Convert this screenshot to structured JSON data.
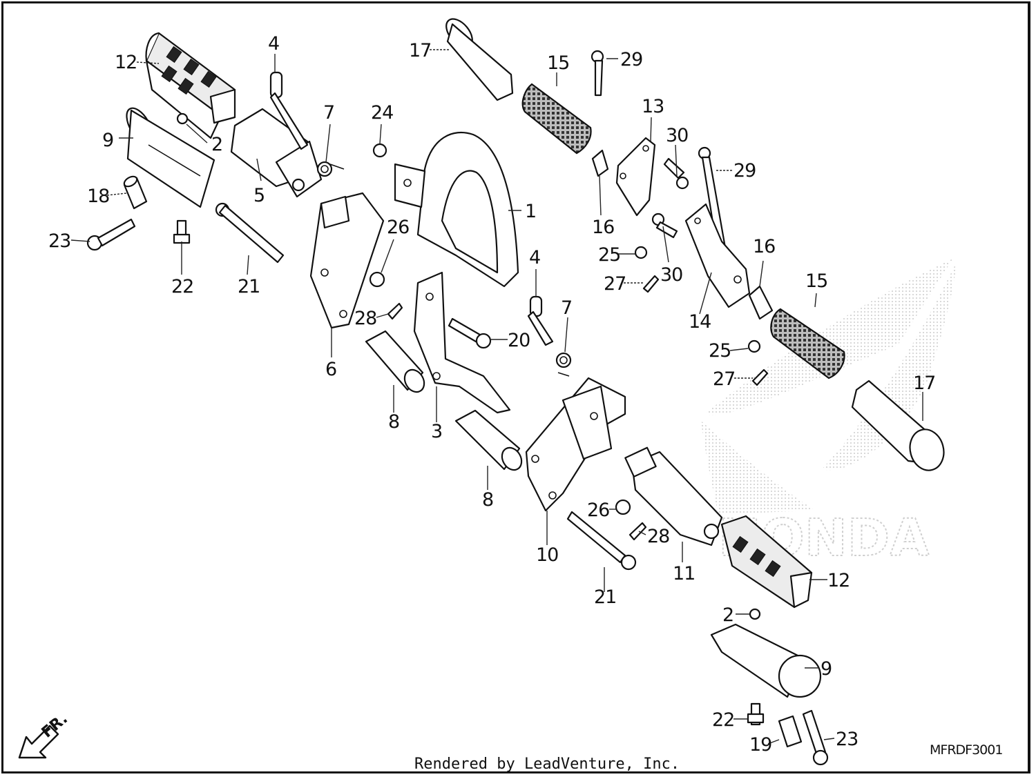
{
  "diagram": {
    "callouts": [
      {
        "id": "c12a",
        "label": "12"
      },
      {
        "id": "c4a",
        "label": "4"
      },
      {
        "id": "c17a",
        "label": "17"
      },
      {
        "id": "c15a",
        "label": "15"
      },
      {
        "id": "c29a",
        "label": "29"
      },
      {
        "id": "c7a",
        "label": "7"
      },
      {
        "id": "c24",
        "label": "24"
      },
      {
        "id": "c13",
        "label": "13"
      },
      {
        "id": "c30a",
        "label": "30"
      },
      {
        "id": "c2a",
        "label": "2"
      },
      {
        "id": "c9a",
        "label": "9"
      },
      {
        "id": "c5",
        "label": "5"
      },
      {
        "id": "c29b",
        "label": "29"
      },
      {
        "id": "c18",
        "label": "18"
      },
      {
        "id": "c1",
        "label": "1"
      },
      {
        "id": "c16a",
        "label": "16"
      },
      {
        "id": "c26a",
        "label": "26"
      },
      {
        "id": "c23a",
        "label": "23"
      },
      {
        "id": "c25a",
        "label": "25"
      },
      {
        "id": "c30b",
        "label": "30"
      },
      {
        "id": "c16b",
        "label": "16"
      },
      {
        "id": "c4b",
        "label": "4"
      },
      {
        "id": "c27a",
        "label": "27"
      },
      {
        "id": "c15b",
        "label": "15"
      },
      {
        "id": "c22a",
        "label": "22"
      },
      {
        "id": "c21a",
        "label": "21"
      },
      {
        "id": "c7b",
        "label": "7"
      },
      {
        "id": "c28a",
        "label": "28"
      },
      {
        "id": "c14",
        "label": "14"
      },
      {
        "id": "c20",
        "label": "20"
      },
      {
        "id": "c25b",
        "label": "25"
      },
      {
        "id": "c6",
        "label": "6"
      },
      {
        "id": "c27b",
        "label": "27"
      },
      {
        "id": "c17b",
        "label": "17"
      },
      {
        "id": "c8a",
        "label": "8"
      },
      {
        "id": "c3",
        "label": "3"
      },
      {
        "id": "c8b",
        "label": "8"
      },
      {
        "id": "c26b",
        "label": "26"
      },
      {
        "id": "c28b",
        "label": "28"
      },
      {
        "id": "c10",
        "label": "10"
      },
      {
        "id": "c11",
        "label": "11"
      },
      {
        "id": "c12b",
        "label": "12"
      },
      {
        "id": "c21b",
        "label": "21"
      },
      {
        "id": "c2b",
        "label": "2"
      },
      {
        "id": "c9b",
        "label": "9"
      },
      {
        "id": "c22b",
        "label": "22"
      },
      {
        "id": "c23b",
        "label": "23"
      },
      {
        "id": "c19",
        "label": "19"
      }
    ],
    "direction_label": "FR.",
    "diagram_code": "MFRDF3001",
    "watermark_text": "HONDA"
  },
  "footer": {
    "rendered_by": "Rendered by LeadVenture, Inc."
  }
}
